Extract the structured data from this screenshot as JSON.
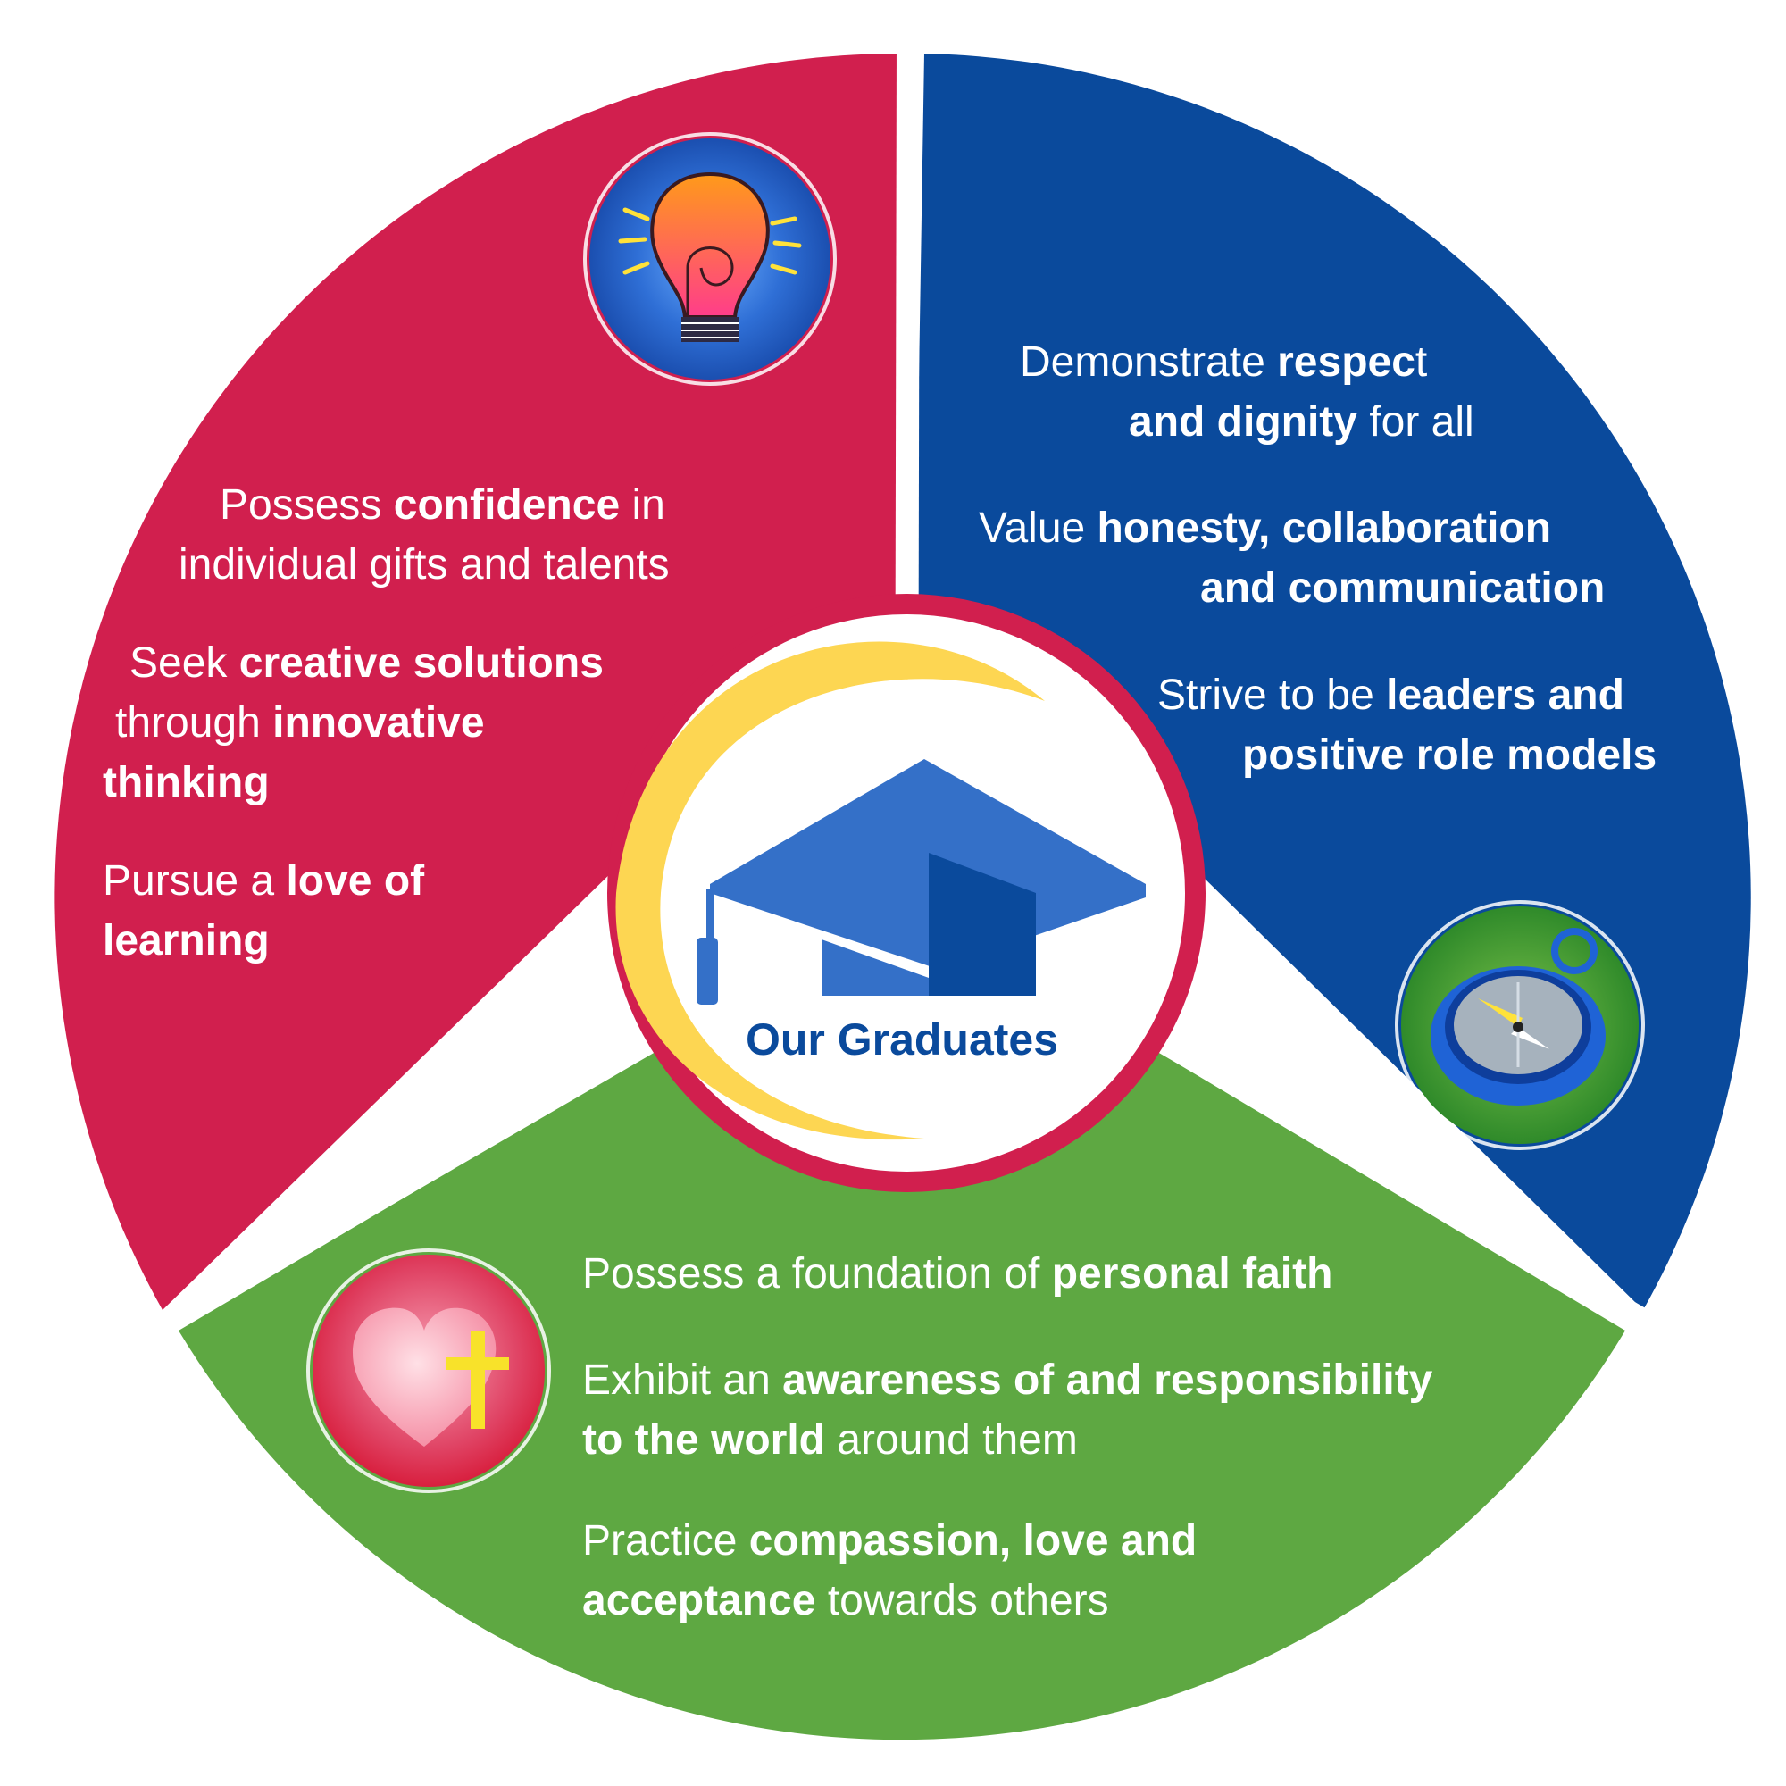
{
  "center": {
    "title": "Our Graduates",
    "icon": "graduation-cap-icon"
  },
  "colors": {
    "red": "#d11f4e",
    "blue": "#0a4a9c",
    "green": "#5ea842",
    "yellow": "#fdd652",
    "cap": "#3470c8"
  },
  "segments": {
    "red": {
      "icon": "lightbulb-icon",
      "items": [
        {
          "lines": [
            [
              {
                "t": "Possess "
              },
              {
                "t": "confidence",
                "b": true
              },
              {
                "t": " in"
              }
            ],
            [
              {
                "t": "individual gifts and talents"
              }
            ]
          ]
        },
        {
          "lines": [
            [
              {
                "t": "Seek "
              },
              {
                "t": "creative solutions",
                "b": true
              }
            ],
            [
              {
                "t": "through "
              },
              {
                "t": "innovative",
                "b": true
              }
            ],
            [
              {
                "t": "thinking",
                "b": true
              }
            ]
          ]
        },
        {
          "lines": [
            [
              {
                "t": "Pursue a "
              },
              {
                "t": "love of",
                "b": true
              }
            ],
            [
              {
                "t": "learning",
                "b": true
              }
            ]
          ]
        }
      ]
    },
    "blue": {
      "icon": "compass-icon",
      "items": [
        {
          "lines": [
            [
              {
                "t": "Demonstrate "
              },
              {
                "t": "respec",
                "b": true
              },
              {
                "t": "t"
              }
            ],
            [
              {
                "t": "and dignity",
                "b": true
              },
              {
                "t": " for all"
              }
            ]
          ]
        },
        {
          "lines": [
            [
              {
                "t": "Value "
              },
              {
                "t": "honesty, collaboration",
                "b": true
              }
            ],
            [
              {
                "t": "and communication",
                "b": true
              }
            ]
          ]
        },
        {
          "lines": [
            [
              {
                "t": "Strive to be "
              },
              {
                "t": "leaders and",
                "b": true
              }
            ],
            [
              {
                "t": "positive role models",
                "b": true
              }
            ]
          ]
        }
      ]
    },
    "green": {
      "icon": "heart-cross-icon",
      "items": [
        {
          "lines": [
            [
              {
                "t": "Possess a foundation of "
              },
              {
                "t": "personal faith",
                "b": true
              }
            ]
          ]
        },
        {
          "lines": [
            [
              {
                "t": "Exhibit an "
              },
              {
                "t": "awareness of and responsibility",
                "b": true
              }
            ],
            [
              {
                "t": "to the world",
                "b": true
              },
              {
                "t": " around them"
              }
            ]
          ]
        },
        {
          "lines": [
            [
              {
                "t": "Practice "
              },
              {
                "t": "compassion, love and",
                "b": true
              }
            ],
            [
              {
                "t": "acceptance",
                "b": true
              },
              {
                "t": " towards others"
              }
            ]
          ]
        }
      ]
    }
  }
}
